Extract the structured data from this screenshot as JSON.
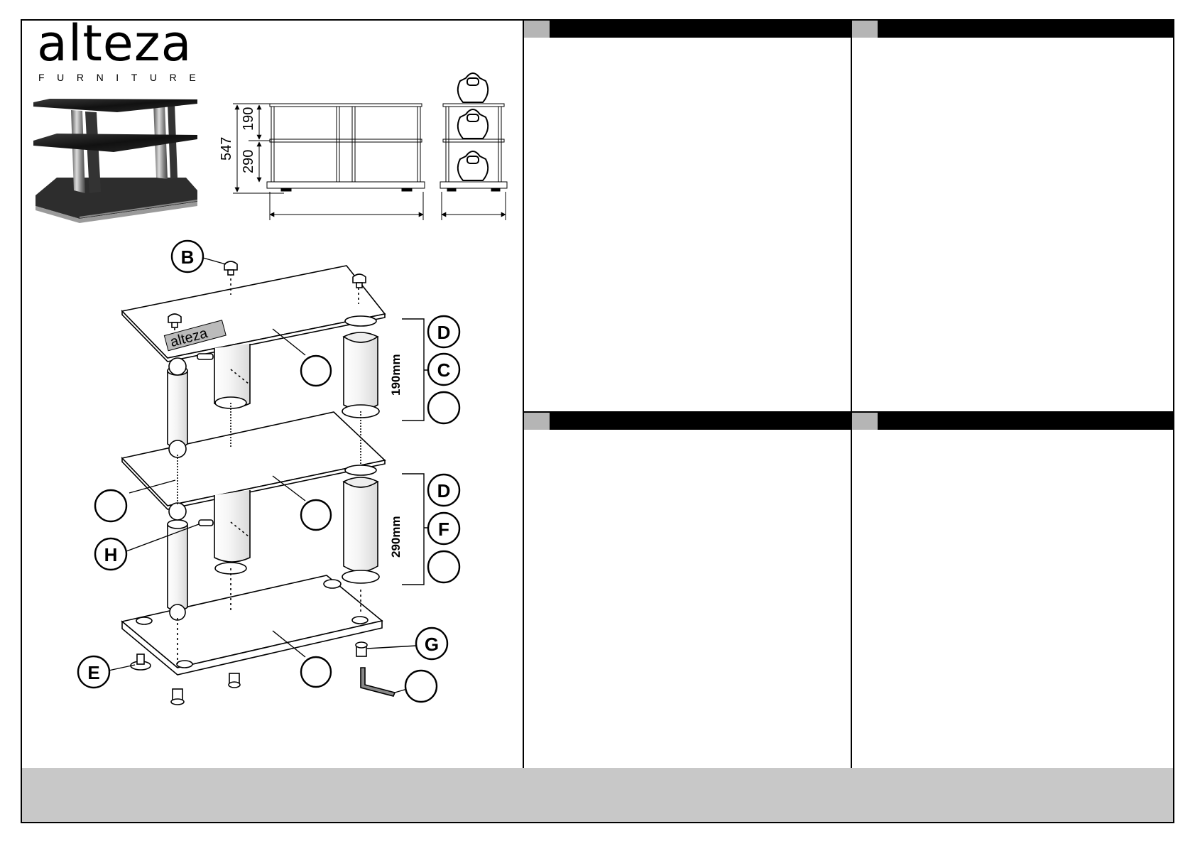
{
  "brand": {
    "name": "alteza",
    "tagline": "FURNITURE",
    "panel_logo": "alteza"
  },
  "dimensions": {
    "total_height": "547",
    "upper_gap": "190",
    "lower_gap": "290"
  },
  "spacing_labels": {
    "upper": "190mm",
    "lower": "290mm"
  },
  "part_labels": {
    "b": "B",
    "c": "C",
    "d_upper": "D",
    "d_lower": "D",
    "e": "E",
    "f": "F",
    "g": "G",
    "h": "H"
  },
  "colors": {
    "frame": "#000000",
    "panel_number": "#b5b5b5",
    "panel_header": "#000000",
    "footer": "#c8c8c8"
  }
}
